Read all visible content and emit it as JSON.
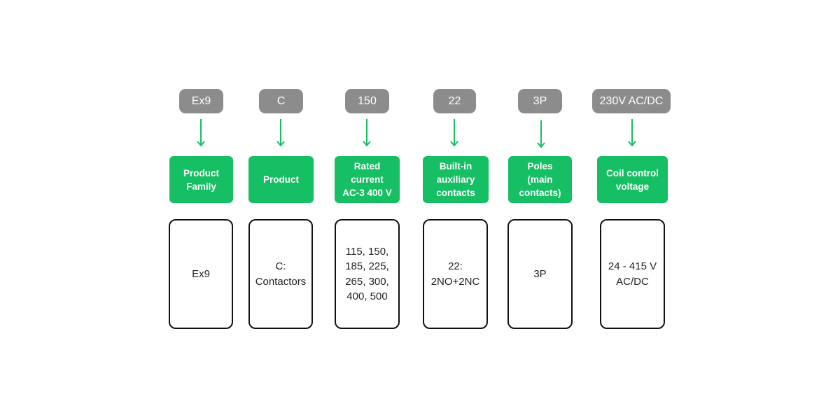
{
  "colors": {
    "code_bg": "#8c8c8c",
    "label_bg": "#16be64",
    "arrow": "#16be64",
    "value_border": "#111111"
  },
  "segments": [
    {
      "code": "Ex9",
      "label": "Product\nFamily",
      "value": "Ex9"
    },
    {
      "code": "C",
      "label": "Product",
      "value": "C:\nContactors"
    },
    {
      "code": "150",
      "label": "Rated\ncurrent\nAC-3 400 V",
      "value": "115, 150,\n185, 225,\n265, 300,\n400, 500"
    },
    {
      "code": "22",
      "label": "Built-in\nauxiliary\ncontacts",
      "value": "22:\n2NO+2NC"
    },
    {
      "code": "3P",
      "label": "Poles\n(main\ncontacts)",
      "value": "3P"
    },
    {
      "code": "230V AC/DC",
      "label": "Coil control\nvoltage",
      "value": "24 - 415 V\nAC/DC"
    }
  ]
}
